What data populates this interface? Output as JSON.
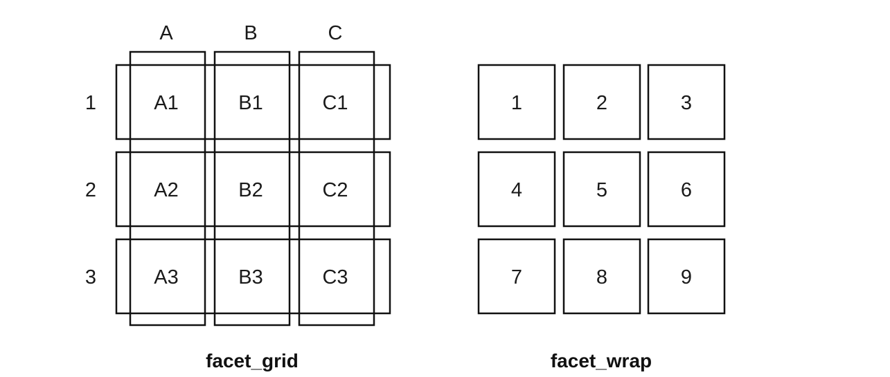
{
  "facet_grid": {
    "caption": "facet_grid",
    "columns": [
      "A",
      "B",
      "C"
    ],
    "rows": [
      "1",
      "2",
      "3"
    ],
    "cells": [
      [
        "A1",
        "B1",
        "C1"
      ],
      [
        "A2",
        "B2",
        "C2"
      ],
      [
        "A3",
        "B3",
        "C3"
      ]
    ]
  },
  "facet_wrap": {
    "caption": "facet_wrap",
    "cells": [
      [
        "1",
        "2",
        "3"
      ],
      [
        "4",
        "5",
        "6"
      ],
      [
        "7",
        "8",
        "9"
      ]
    ]
  }
}
